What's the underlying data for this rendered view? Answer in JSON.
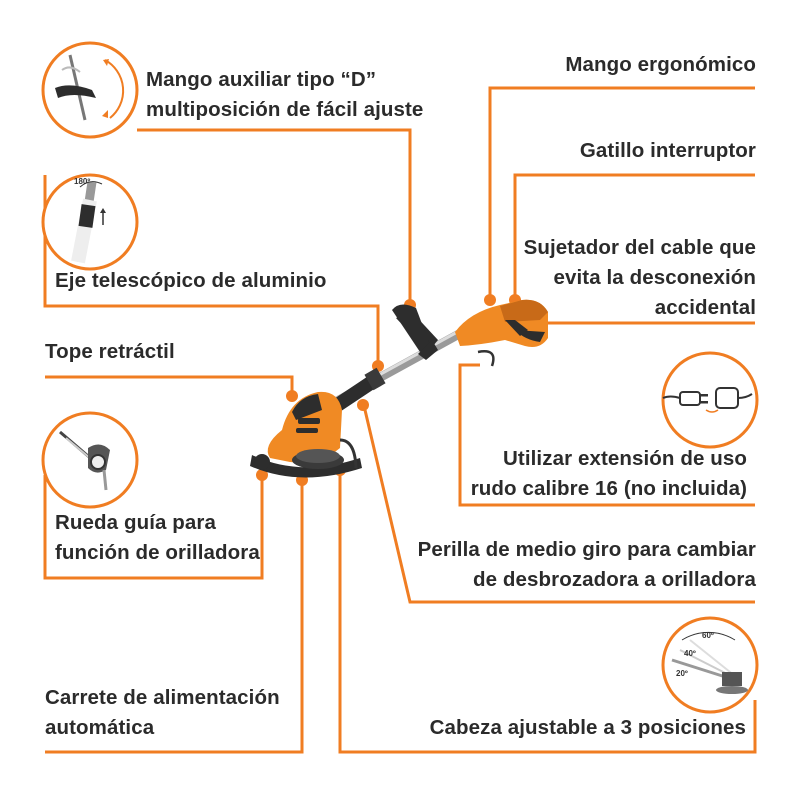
{
  "colors": {
    "accent": "#f07d22",
    "text": "#2b2b2b",
    "tool_orange": "#f08a24",
    "tool_dark": "#2d2d2d"
  },
  "labels": {
    "mango_auxiliar": [
      "Mango auxiliar tipo “D”",
      "multiposición de fácil ajuste"
    ],
    "mango_ergonomico": "Mango ergonómico",
    "gatillo": "Gatillo interruptor",
    "sujetador": [
      "Sujetador del cable que",
      "evita la desconexión",
      "accidental"
    ],
    "eje": "Eje telescópico de aluminio",
    "tope": "Tope retráctil",
    "extension": [
      "Utilizar extensión de uso",
      "rudo calibre 16 (no incluida)"
    ],
    "rueda": [
      "Rueda guía para",
      "función de orilladora"
    ],
    "perilla": [
      "Perilla de medio giro para cambiar",
      "de desbrozadora a orilladora"
    ],
    "carrete": [
      "Carrete de alimentación",
      "automática"
    ],
    "cabeza": "Cabeza ajustable a 3 posiciones"
  },
  "insets": {
    "eje_angle": "180º",
    "cabeza_angles": [
      "60º",
      "40º",
      "20º"
    ]
  }
}
